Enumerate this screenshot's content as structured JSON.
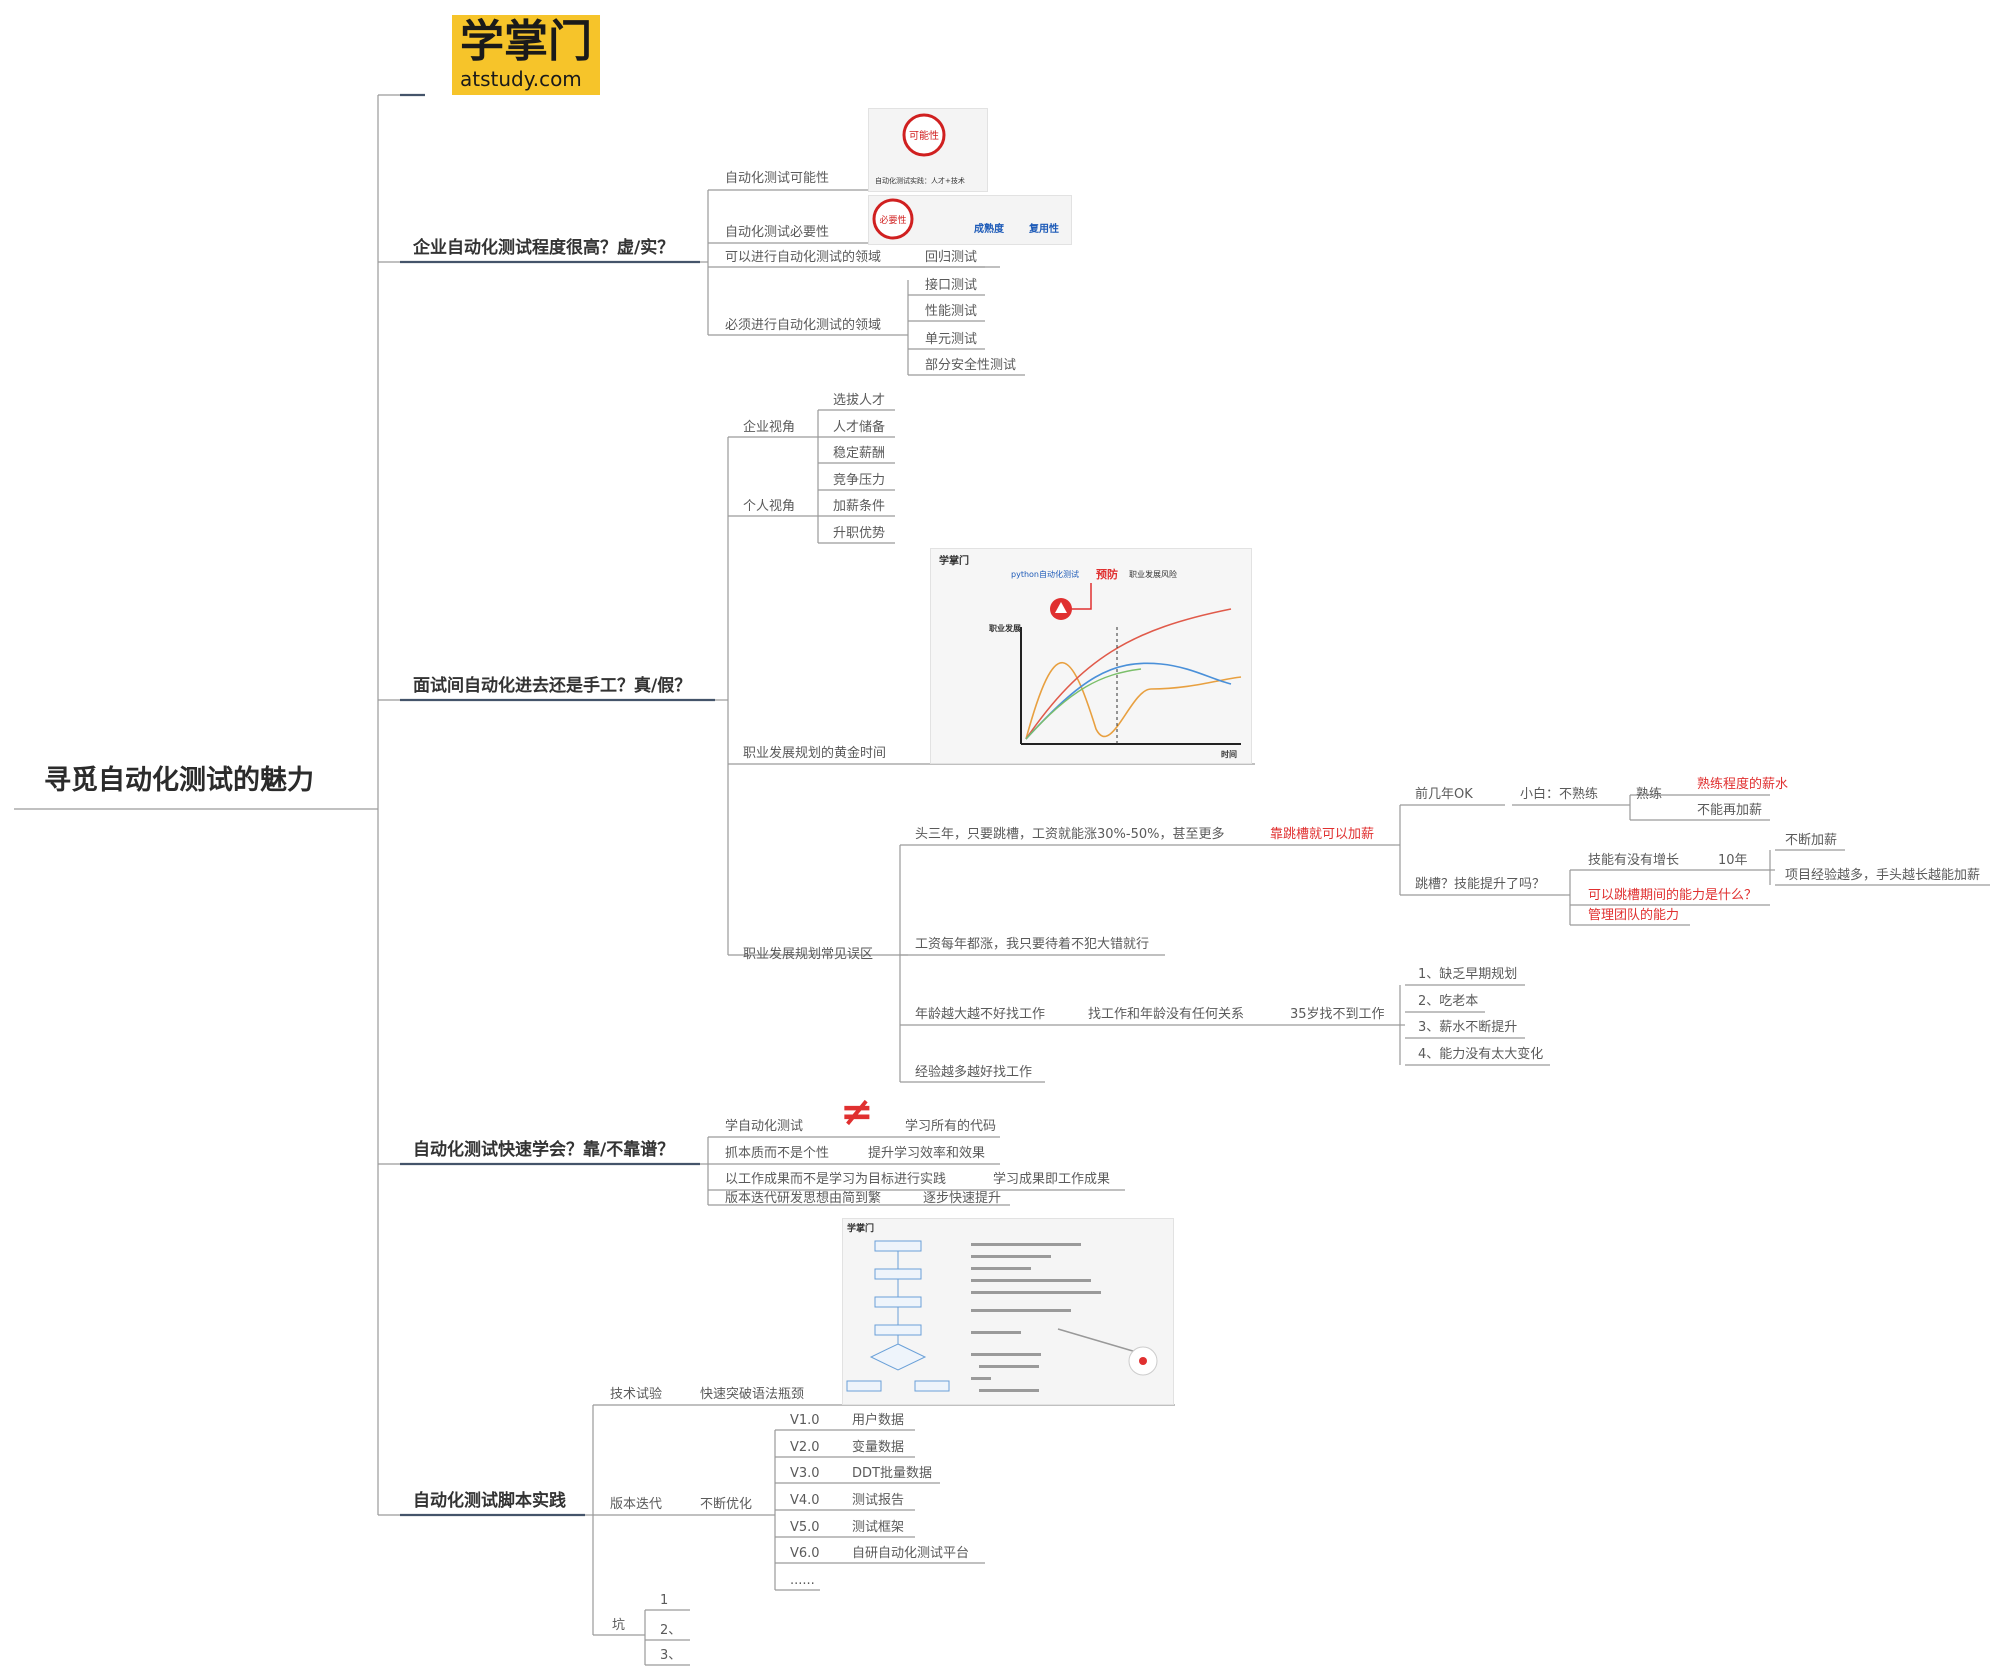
{
  "logo": {
    "cn": "学掌门",
    "en": "atstudy.com"
  },
  "root": "寻觅自动化测试的魅力",
  "branches": {
    "b1": "企业自动化测试程度很高？虚/实？",
    "b2": "面试间自动化进去还是手工？真/假？",
    "b3": "自动化测试快速学会？靠/不靠谱？",
    "b4": "自动化测试脚本实践"
  },
  "b1": {
    "n1": "自动化测试可能性",
    "n2": "自动化测试必要性",
    "n3": "可以进行自动化测试的领域",
    "n3a": "回归测试",
    "n4": "必须进行自动化测试的领域",
    "n4a": "接口测试",
    "n4b": "性能测试",
    "n4c": "单元测试",
    "n4d": "部分安全性测试",
    "img1_badge": "可能性",
    "img1_caption": "自动化测试实践：人才+技术",
    "img2_badge": "必要性",
    "img2_caption": "成熟度",
    "img2_caption2": "复用性"
  },
  "b2": {
    "qy": "企业视角",
    "qy1": "选拔人才",
    "qy2": "人才储备",
    "qy3": "稳定薪酬",
    "gr": "个人视角",
    "gr1": "竞争压力",
    "gr2": "加薪条件",
    "gr3": "升职优势",
    "gold": "职业发展规划的黄金时间",
    "chart_brand": "学掌门",
    "chart_title_a": "python自动化测试",
    "chart_title_b": "预防",
    "chart_title_c": "职业发展风险",
    "chart_ylabel": "职业发展",
    "chart_xlabel": "时间",
    "misc": "职业发展规划常见误区",
    "m1": "头三年，只要跳槽，工资就能涨30%-50%，甚至更多",
    "m1r": "靠跳槽就可以加薪",
    "m1a": "前几年OK",
    "m1a1": "小白：不熟练",
    "m1a2": "熟练",
    "m1a3": "熟练程度的薪水",
    "m1a4": "不能再加薪",
    "m1b": "跳槽？技能提升了吗？",
    "m1b1": "技能有没有增长",
    "m1b2": "10年",
    "m1b3": "不断加薪",
    "m1b4": "项目经验越多，手头越长越能加薪",
    "m1b5": "可以跳槽期间的能力是什么？",
    "m1b6": "管理团队的能力",
    "m2": "工资每年都涨，我只要待着不犯大错就行",
    "m3": "年龄越大越不好找工作",
    "m3a": "找工作和年龄没有任何关系",
    "m3b": "35岁找不到工作",
    "m3b1": "1、缺乏早期规划",
    "m3b2": "2、吃老本",
    "m3b3": "3、薪水不断提升",
    "m3b4": "4、能力没有太大变化",
    "m4": "经验越多越好找工作"
  },
  "b3": {
    "r1a": "学自动化测试",
    "r1b": "学习所有的代码",
    "neq": "≠",
    "r2a": "抓本质而不是个性",
    "r2b": "提升学习效率和效果",
    "r3a": "以工作成果而不是学习为目标进行实践",
    "r3b": "学习成果即工作成果",
    "r4a": "版本迭代研发思想由简到繁",
    "r4b": "逐步快速提升"
  },
  "b4": {
    "js": "技术试验",
    "jsa": "快速突破语法瓶颈",
    "bb": "版本迭代",
    "bba": "不断优化",
    "v1": "V1.0",
    "v1a": "用户数据",
    "v2": "V2.0",
    "v2a": "变量数据",
    "v3": "V3.0",
    "v3a": "DDT批量数据",
    "v4": "V4.0",
    "v4a": "测试报告",
    "v5": "V5.0",
    "v5a": "测试框架",
    "v6": "V6.0",
    "v6a": "自研自动化测试平台",
    "more": "......",
    "keng": "坑",
    "k1": "1",
    "k2": "2、",
    "k3": "3、",
    "code_brand": "学掌门"
  }
}
